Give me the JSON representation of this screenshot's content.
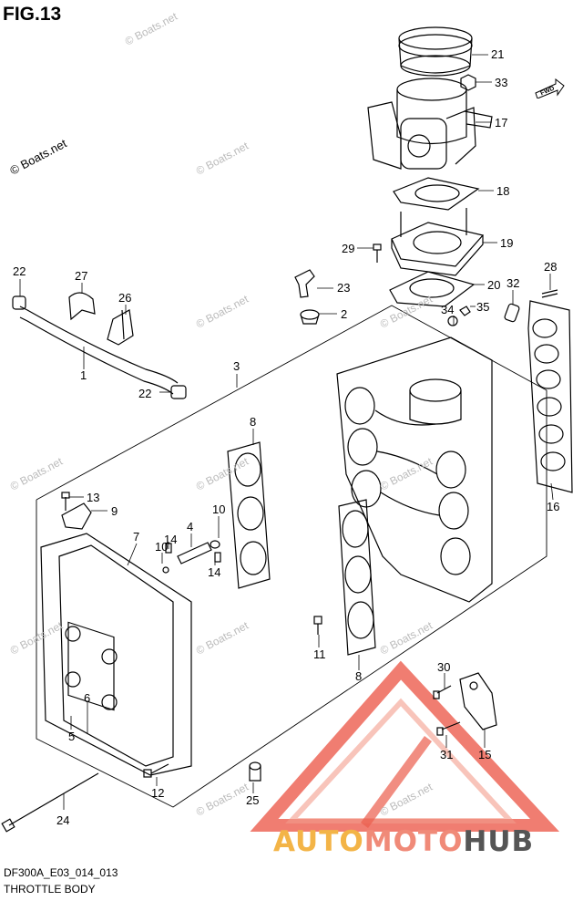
{
  "figure": {
    "title": "FIG.13",
    "model_code": "DF300A_E03_014_013",
    "caption": "THROTTLE BODY"
  },
  "watermark": {
    "text": "© Boats.net"
  },
  "direction": {
    "label": "FWD"
  },
  "brand": {
    "part1": "AUTO",
    "part2": "MOTO",
    "part3": "HUB",
    "color_accent": "#f3b447",
    "color_red": "#e8412e",
    "color_dark": "#555555"
  },
  "callouts": [
    {
      "id": "21",
      "label": "21"
    },
    {
      "id": "33",
      "label": "33"
    },
    {
      "id": "17",
      "label": "17"
    },
    {
      "id": "18",
      "label": "18"
    },
    {
      "id": "19",
      "label": "19"
    },
    {
      "id": "29",
      "label": "29"
    },
    {
      "id": "20",
      "label": "20"
    },
    {
      "id": "23",
      "label": "23"
    },
    {
      "id": "2",
      "label": "2"
    },
    {
      "id": "32",
      "label": "32"
    },
    {
      "id": "28",
      "label": "28"
    },
    {
      "id": "34",
      "label": "34"
    },
    {
      "id": "35",
      "label": "35"
    },
    {
      "id": "22a",
      "label": "22"
    },
    {
      "id": "27",
      "label": "27"
    },
    {
      "id": "26",
      "label": "26"
    },
    {
      "id": "1",
      "label": "1"
    },
    {
      "id": "3",
      "label": "3"
    },
    {
      "id": "22b",
      "label": "22"
    },
    {
      "id": "8a",
      "label": "8"
    },
    {
      "id": "13",
      "label": "13"
    },
    {
      "id": "9",
      "label": "9"
    },
    {
      "id": "7",
      "label": "7"
    },
    {
      "id": "4",
      "label": "4"
    },
    {
      "id": "14a",
      "label": "14"
    },
    {
      "id": "10a",
      "label": "10"
    },
    {
      "id": "10b",
      "label": "10"
    },
    {
      "id": "14b",
      "label": "14"
    },
    {
      "id": "16",
      "label": "16"
    },
    {
      "id": "11",
      "label": "11"
    },
    {
      "id": "8b",
      "label": "8"
    },
    {
      "id": "30",
      "label": "30"
    },
    {
      "id": "6",
      "label": "6"
    },
    {
      "id": "5",
      "label": "5"
    },
    {
      "id": "31",
      "label": "31"
    },
    {
      "id": "15",
      "label": "15"
    },
    {
      "id": "12",
      "label": "12"
    },
    {
      "id": "25",
      "label": "25"
    },
    {
      "id": "24",
      "label": "24"
    }
  ]
}
